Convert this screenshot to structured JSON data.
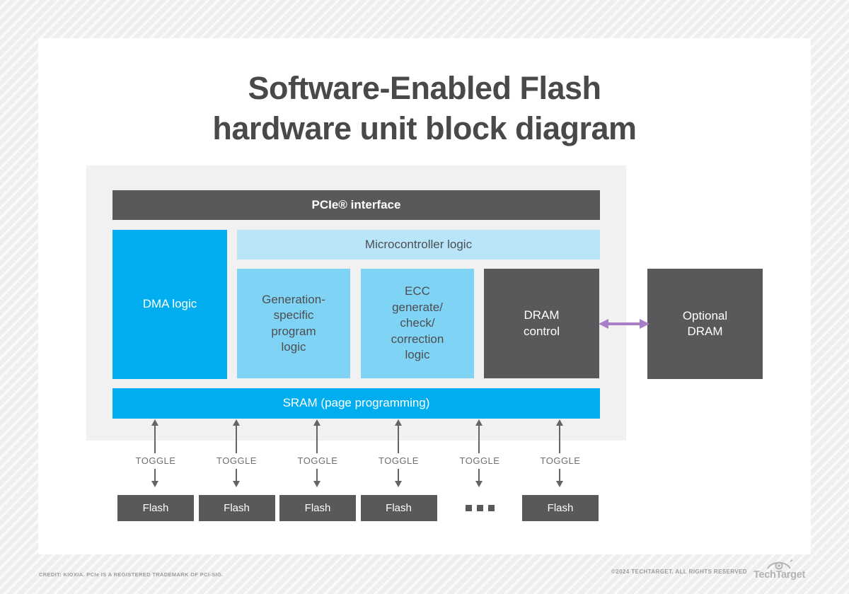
{
  "title": {
    "line1": "Software-Enabled Flash",
    "line2": "hardware unit block diagram"
  },
  "diagram": {
    "pcie_label": "PCIe® interface",
    "microcontroller_label": "Microcontroller logic",
    "dma_label": "DMA logic",
    "generation_label": "Generation-\nspecific\nprogram\nlogic",
    "ecc_label": "ECC\ngenerate/\ncheck/\ncorrection\nlogic",
    "dram_control_label": "DRAM\ncontrol",
    "optional_dram_label": "Optional\nDRAM",
    "sram_label": "SRAM (page programming)",
    "channels": [
      {
        "toggle_label": "TOGGLE",
        "target": "flash",
        "flash_label": "Flash"
      },
      {
        "toggle_label": "TOGGLE",
        "target": "flash",
        "flash_label": "Flash"
      },
      {
        "toggle_label": "TOGGLE",
        "target": "flash",
        "flash_label": "Flash"
      },
      {
        "toggle_label": "TOGGLE",
        "target": "flash",
        "flash_label": "Flash"
      },
      {
        "toggle_label": "TOGGLE",
        "target": "ellipsis"
      },
      {
        "toggle_label": "TOGGLE",
        "target": "flash",
        "flash_label": "Flash"
      }
    ]
  },
  "colors": {
    "bright_blue": "#00aeef",
    "light_blue": "#b9e5fb",
    "mid_blue": "#7fd3f5",
    "dark_gray": "#58595b",
    "arrow_gray": "#636466",
    "purple": "#a87ec7"
  },
  "footer": {
    "credit": "CREDIT: KIOXIA. PCIe IS A REGISTERED TRADEMARK OF PCI-SIG.",
    "copyright": "©2024 TECHTARGET. ALL RIGHTS RESERVED",
    "brand": "TechTarget"
  }
}
